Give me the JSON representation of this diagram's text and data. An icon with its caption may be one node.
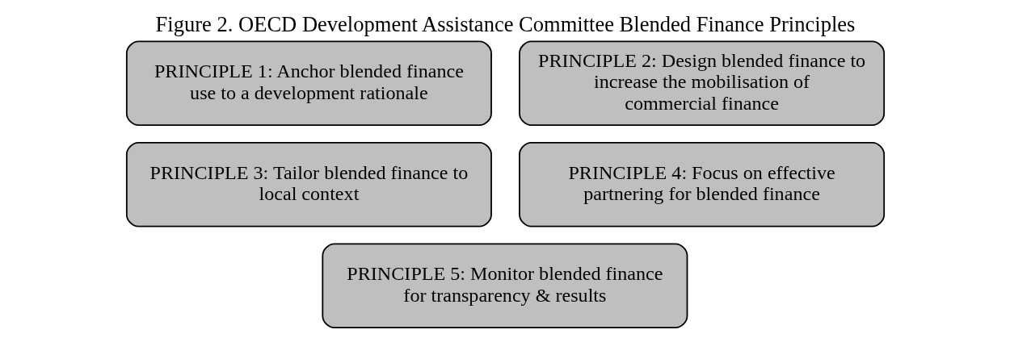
{
  "diagram": {
    "title": "Figure 2. OECD Development Assistance Committee Blended Finance Principles",
    "nodes": [
      {
        "text": [
          "PRINCIPLE 1: Anchor blended finance use to a development rationale"
        ]
      },
      {
        "text": [
          "PRINCIPLE 2: Design blended finance to increase the mobilisation of commercial finance"
        ]
      },
      {
        "text": [
          "PRINCIPLE 3: Tailor blended finance to local context"
        ]
      },
      {
        "text": [
          "PRINCIPLE 4: Focus on effective partnering for blended finance"
        ]
      },
      {
        "text": [
          "PRINCIPLE 5: Monitor blended finance for transparency & results"
        ]
      }
    ]
  }
}
